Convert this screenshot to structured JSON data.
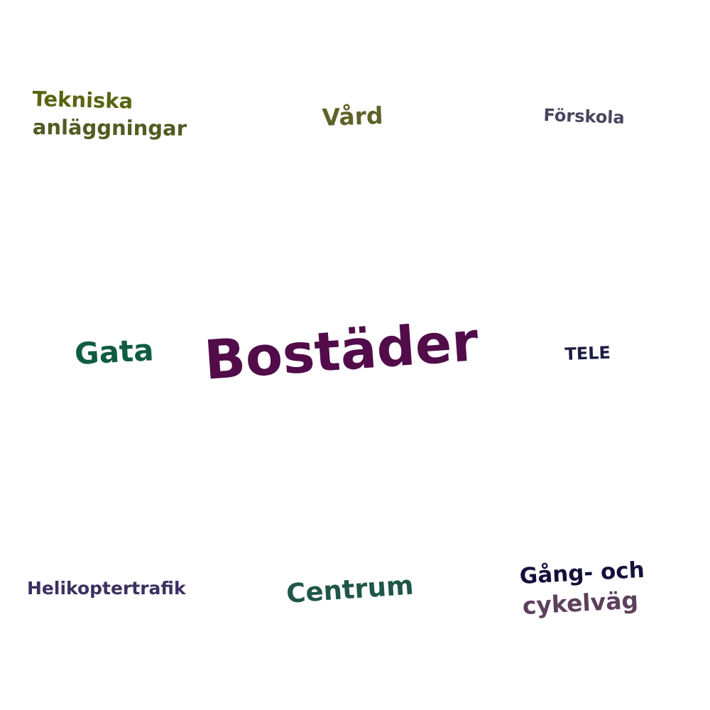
{
  "words": [
    {
      "text": "Tekniska",
      "color": "#5a6410"
    },
    {
      "text": "anläggningar",
      "color": "#4f5c22"
    },
    {
      "text": "Vård",
      "color": "#5f6228"
    },
    {
      "text": "Förskola",
      "color": "#4a4660"
    },
    {
      "text": "Gata",
      "color": "#0f5c44"
    },
    {
      "text": "Bostäder",
      "color": "#520c4a"
    },
    {
      "text": "TELE",
      "color": "#1c1c44"
    },
    {
      "text": "Helikoptertrafik",
      "color": "#3c3060"
    },
    {
      "text": "Centrum",
      "color": "#1f5648"
    },
    {
      "text": "Gång- och",
      "color": "#14103c"
    },
    {
      "text": "cykelväg",
      "color": "#5c405c"
    }
  ]
}
